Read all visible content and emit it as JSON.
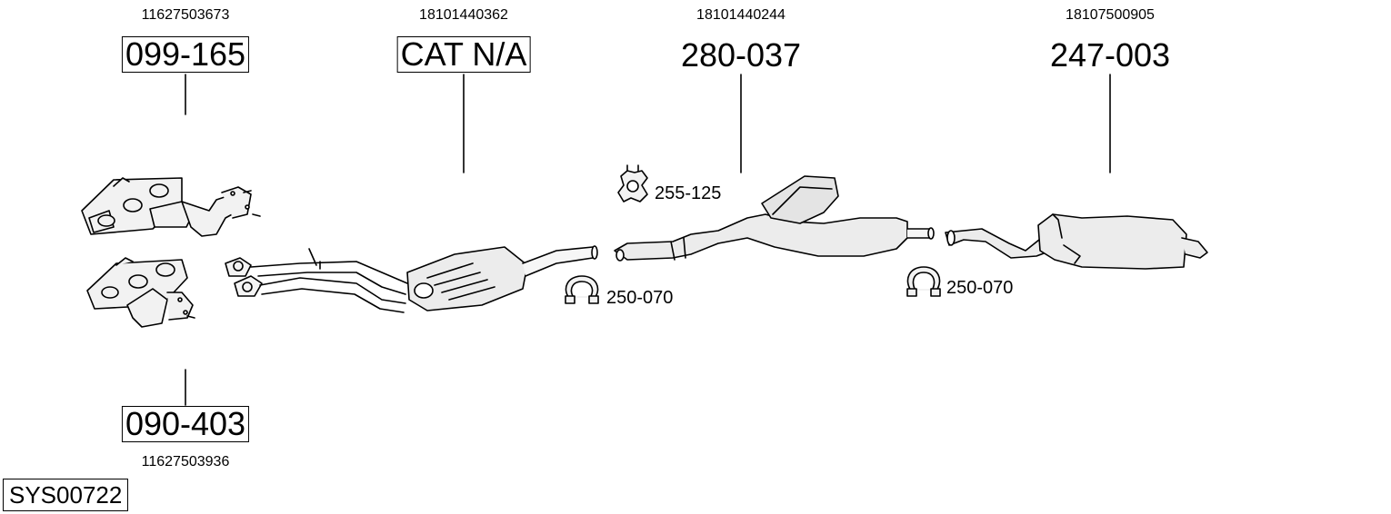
{
  "system_code": "SYS00722",
  "parts": [
    {
      "id": "manifold-front",
      "part_number": "099-165",
      "oe_number": "11627503673",
      "boxed": true
    },
    {
      "id": "manifold-rear",
      "part_number": "090-403",
      "oe_number": "11627503936",
      "boxed": true
    },
    {
      "id": "catalyst",
      "part_number": "CAT N/A",
      "oe_number": "18101440362",
      "boxed": true
    },
    {
      "id": "middle-silencer",
      "part_number": "280-037",
      "oe_number": "18101440244",
      "boxed": false
    },
    {
      "id": "rear-silencer",
      "part_number": "247-003",
      "oe_number": "18107500905",
      "boxed": false
    }
  ],
  "accessories": [
    {
      "id": "rubber-mount",
      "label": "255-125",
      "icon": "rubber-mount-icon"
    },
    {
      "id": "clamp-1",
      "label": "250-070",
      "icon": "pipe-clamp-icon"
    },
    {
      "id": "clamp-2",
      "label": "250-070",
      "icon": "pipe-clamp-icon"
    }
  ]
}
